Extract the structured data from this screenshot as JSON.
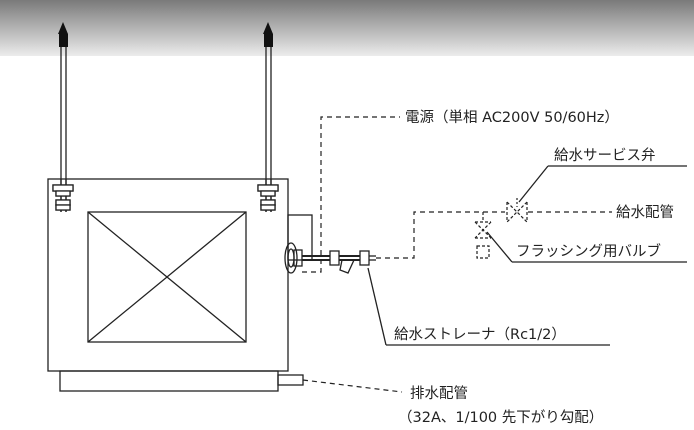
{
  "labels": {
    "power": "電源（単相 AC200V 50/60Hz）",
    "service_valve": "給水サービス弁",
    "supply_pipe": "給水配管",
    "flushing_valve": "フラッシング用バルブ",
    "strainer": "給水ストレーナ（Rc1/2）",
    "drain_pipe": "排水配管",
    "drain_spec": "（32A、1/100 先下がり勾配）"
  },
  "colors": {
    "ceiling_top": "#7a7a7a",
    "ceiling_bottom": "#ececec",
    "line": "#222222",
    "unit_face": "#ffffff"
  }
}
